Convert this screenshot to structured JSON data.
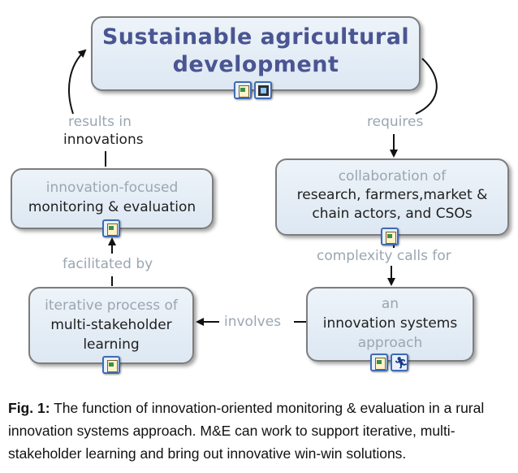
{
  "nodes": {
    "sustainable": {
      "line1": "Sustainable agricultural",
      "line2": "development"
    },
    "monitoring": {
      "muted": "innovation-focused",
      "dark": "monitoring & evaluation"
    },
    "collaboration": {
      "muted": "collaboration of",
      "dark1": "research, farmers,market &",
      "dark2": "chain actors, and CSOs"
    },
    "iterative": {
      "muted": "iterative process of",
      "dark1": "multi-stakeholder",
      "dark2": "learning"
    },
    "innovation_systems": {
      "muted1": "an",
      "dark": "innovation systems",
      "muted2": "approach"
    }
  },
  "links": {
    "results_in": "results in",
    "innovations": "innovations",
    "requires": "requires",
    "facilitated_by": "facilitated by",
    "complexity": "complexity calls for",
    "involves": "involves"
  },
  "icons": [
    "document-icon",
    "film-icon",
    "runner-icon"
  ],
  "caption": {
    "label": "Fig. 1:",
    "text": " The function of innovation-oriented monitoring & evaluation in a rural innovation systems approach. M&E can work to support iterative, multi-stakeholder learning and bring out innovative win-win solutions."
  },
  "colors": {
    "title": "#4a5592",
    "muted": "#9aa6b2",
    "node_fill": "#e4edf6",
    "icon_border": "#3e6bb5"
  }
}
